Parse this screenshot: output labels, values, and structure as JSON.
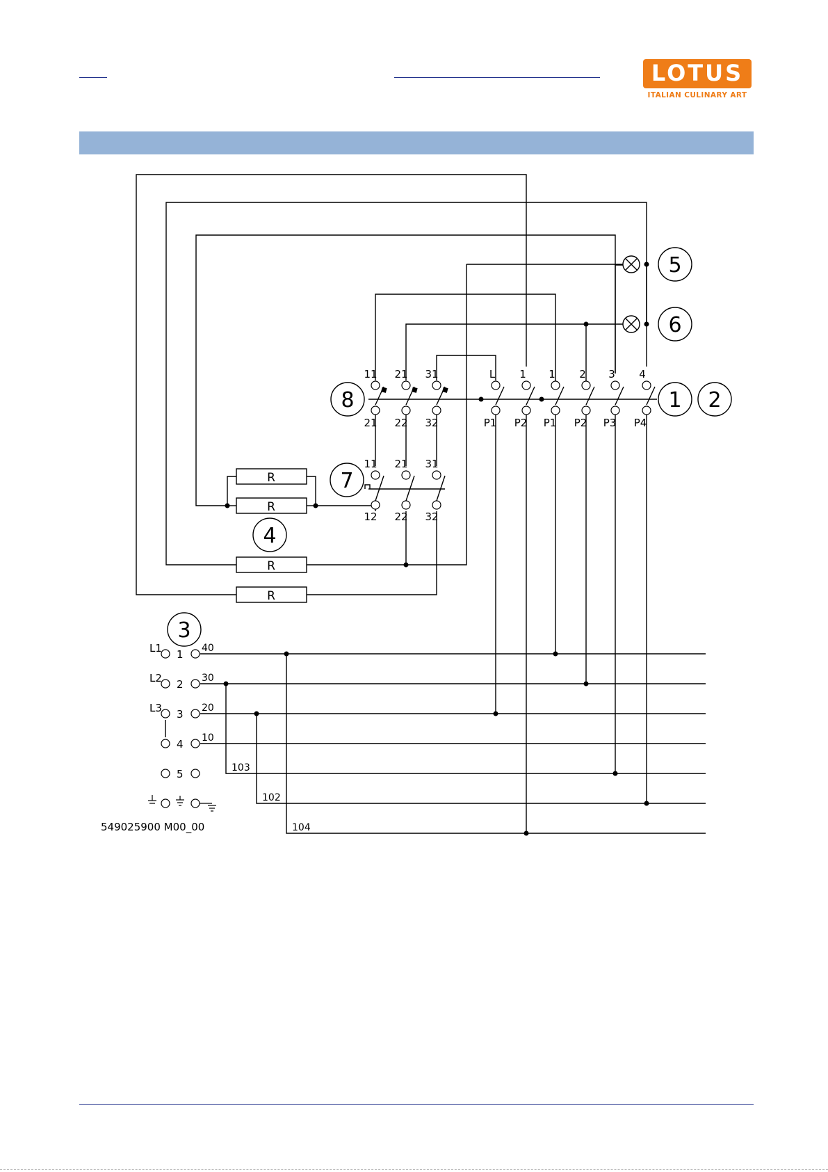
{
  "header": {
    "logo_text": "LOTUS",
    "logo_tagline": "ITALIAN CULINARY ART",
    "brand_color": "#ef7d18"
  },
  "section_bar": {
    "color": "#95b3d7"
  },
  "schematic": {
    "callouts": [
      "1",
      "2",
      "3",
      "4",
      "5",
      "6",
      "7",
      "8"
    ],
    "resistor_label": "R",
    "switch8": {
      "top": [
        "11",
        "21",
        "31"
      ],
      "bottom": [
        "21",
        "22",
        "32"
      ]
    },
    "switch7": {
      "top": [
        "11",
        "21",
        "31"
      ],
      "bottom": [
        "12",
        "22",
        "32"
      ]
    },
    "switch12": {
      "top": [
        "L",
        "1",
        "1",
        "2",
        "3",
        "4"
      ],
      "bottom": [
        "P1",
        "P2",
        "P1",
        "P2",
        "P3",
        "P4"
      ]
    },
    "terminal_block": {
      "rows": [
        {
          "left": "L1",
          "num": "1",
          "wire": "40"
        },
        {
          "left": "L2",
          "num": "2",
          "wire": "30"
        },
        {
          "left": "L3",
          "num": "3",
          "wire": "20"
        },
        {
          "left": "",
          "num": "4",
          "wire": "10"
        },
        {
          "left": "",
          "num": "5",
          "wire": ""
        }
      ],
      "branch_labels": [
        "103",
        "102",
        "104"
      ]
    },
    "drawing_code": "549025900  M00_00"
  }
}
